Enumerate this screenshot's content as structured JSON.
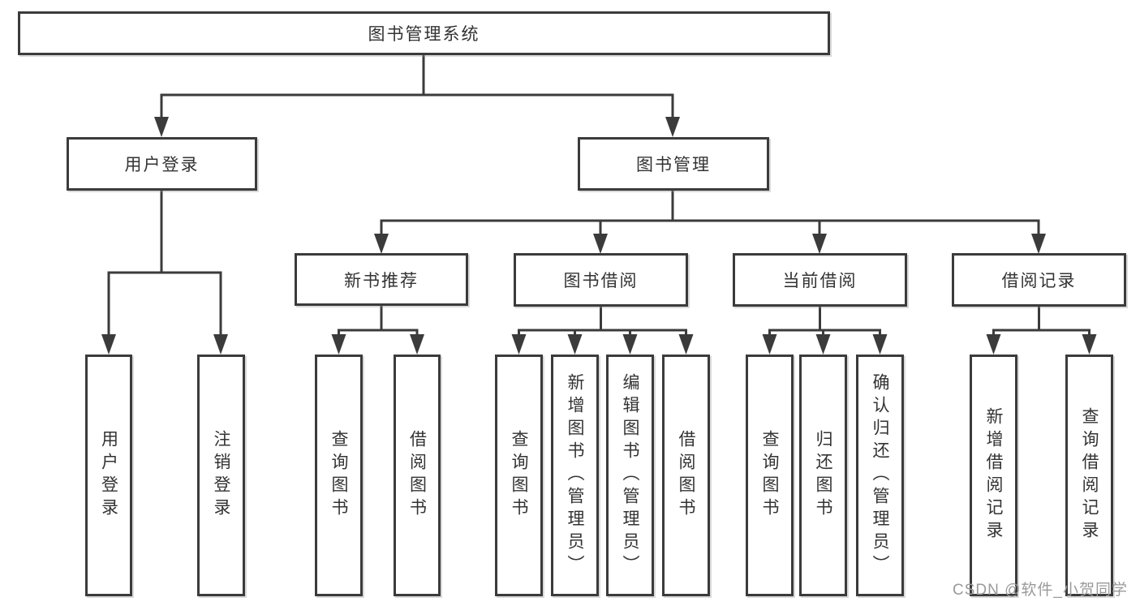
{
  "title": "图书管理系统",
  "tree": {
    "label": "图书管理系统",
    "children": [
      {
        "label": "用户登录",
        "children": [
          {
            "label": "用户登录"
          },
          {
            "label": "注销登录"
          }
        ]
      },
      {
        "label": "图书管理",
        "children": [
          {
            "label": "新书推荐",
            "children": [
              {
                "label": "查询图书"
              },
              {
                "label": "借阅图书"
              }
            ]
          },
          {
            "label": "图书借阅",
            "children": [
              {
                "label": "查询图书"
              },
              {
                "label": "新增图书（管理员）"
              },
              {
                "label": "编辑图书（管理员）"
              },
              {
                "label": "借阅图书"
              }
            ]
          },
          {
            "label": "当前借阅",
            "children": [
              {
                "label": "查询图书"
              },
              {
                "label": "归还图书"
              },
              {
                "label": "确认归还（管理员）"
              }
            ]
          },
          {
            "label": "借阅记录",
            "children": [
              {
                "label": "新增借阅记录"
              },
              {
                "label": "查询借阅记录"
              }
            ]
          }
        ]
      }
    ]
  },
  "colors": {
    "line": "#3b3b3b",
    "border": "#3b3b3b",
    "text": "#333333",
    "watermark": "#9a9a9a",
    "background": "#ffffff"
  },
  "watermark": "CSDN @软件_小贺同学"
}
